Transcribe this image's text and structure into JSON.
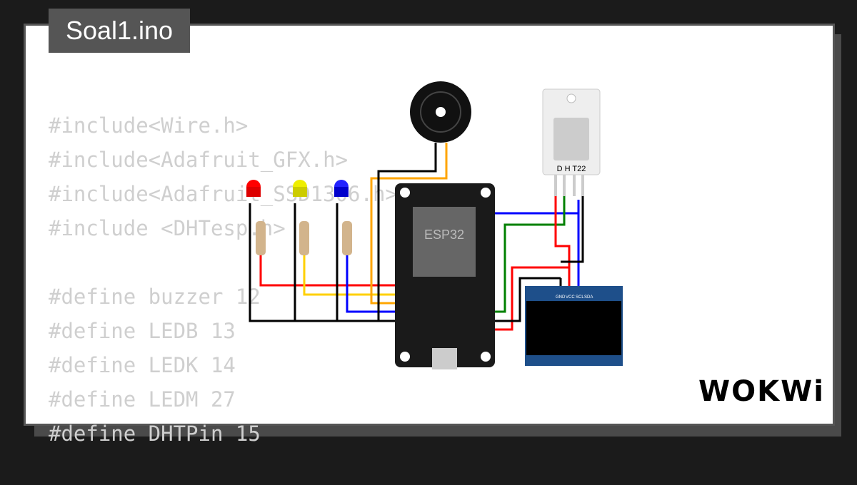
{
  "title": "Soal1.ino",
  "code": [
    "#include<Wire.h>",
    "#include<Adafruit_GFX.h>",
    "#include<Adafruit_SSD1306.h>",
    "#include <DHTesp.h>",
    "",
    "#define buzzer 12",
    "#define LEDB 13",
    "#define LEDK 14",
    "#define LEDM 27",
    "#define DHTPin 15"
  ],
  "parts": {
    "esp32": "ESP32",
    "dht": "D H T22",
    "oled_pins": [
      "GND",
      "VCC",
      "SCL",
      "SDA"
    ]
  },
  "logo": "WOKWi",
  "colors": {
    "red": "#ff0000",
    "yellow": "#ffd000",
    "blue": "#0000ff",
    "green": "#008000",
    "orange": "#ffa500",
    "black": "#000000"
  }
}
